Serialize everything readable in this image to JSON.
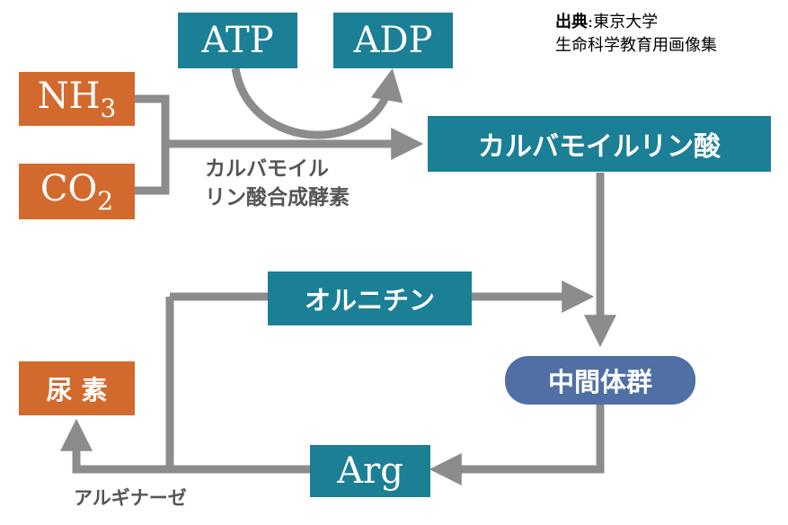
{
  "source": {
    "label": "出典",
    "colon": ":",
    "org": "東京大学",
    "collection": "生命科学教育用画像集"
  },
  "nodes": {
    "atp": "ATP",
    "adp": "ADP",
    "nh3_base": "NH",
    "nh3_sub": "3",
    "co2_base": "CO",
    "co2_sub": "2",
    "carbamoyl_phosphate": "カルバモイルリン酸",
    "ornithine": "オルニチン",
    "intermediates": "中間体群",
    "urea": "尿 素",
    "arg": "Arg"
  },
  "enzymes": {
    "cps_line1": "カルバモイル",
    "cps_line2": "リン酸合成酵素",
    "arginase": "アルギナーゼ"
  },
  "colors": {
    "teal": "#1b7f95",
    "orange": "#d26a2e",
    "intermediate": "#4f6fa5",
    "arrow": "#8c8c8c",
    "text_gray": "#555555"
  }
}
